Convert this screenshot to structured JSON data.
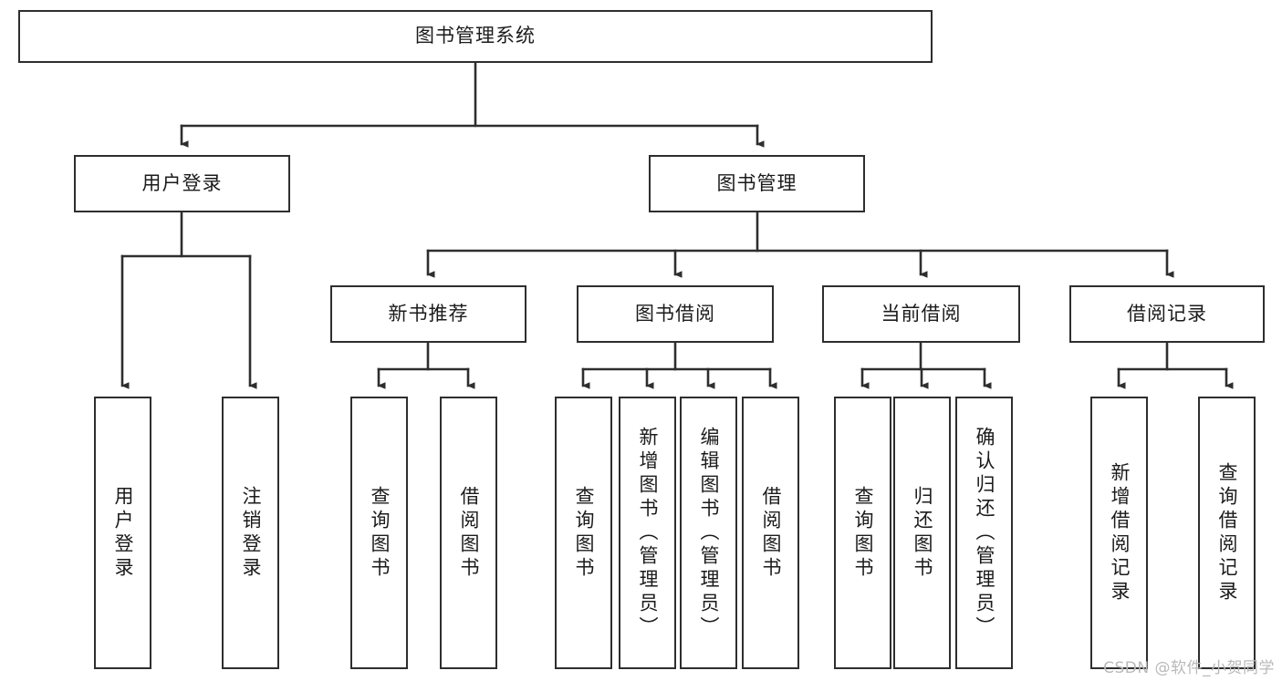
{
  "diagram": {
    "title": "图书管理系统",
    "type": "tree-hierarchy-diagram",
    "colors": {
      "box_border": "#2e2e2e",
      "box_fill": "#ffffff",
      "connector": "#2e2e2e",
      "background": "#ffffff",
      "watermark": "#b9b9b9"
    },
    "root": {
      "label": "图书管理系统"
    },
    "level2": [
      {
        "label": "用户登录"
      },
      {
        "label": "图书管理"
      }
    ],
    "level3": [
      {
        "label": "新书推荐"
      },
      {
        "label": "图书借阅"
      },
      {
        "label": "当前借阅"
      },
      {
        "label": "借阅记录"
      }
    ],
    "leaves": {
      "user_login": [
        {
          "label": "用户登录"
        },
        {
          "label": "注销登录"
        }
      ],
      "new_book_recommend": [
        {
          "label": "查询图书"
        },
        {
          "label": "借阅图书"
        }
      ],
      "book_borrow": [
        {
          "label": "查询图书"
        },
        {
          "label": "新增图书（管理员）"
        },
        {
          "label": "编辑图书（管理员）"
        },
        {
          "label": "借阅图书"
        }
      ],
      "current_borrow": [
        {
          "label": "查询图书"
        },
        {
          "label": "归还图书"
        },
        {
          "label": "确认归还（管理员）"
        }
      ],
      "borrow_record": [
        {
          "label": "新增借阅记录"
        },
        {
          "label": "查询借阅记录"
        }
      ]
    }
  },
  "watermark": {
    "text": "CSDN @软件_小贺同学"
  }
}
